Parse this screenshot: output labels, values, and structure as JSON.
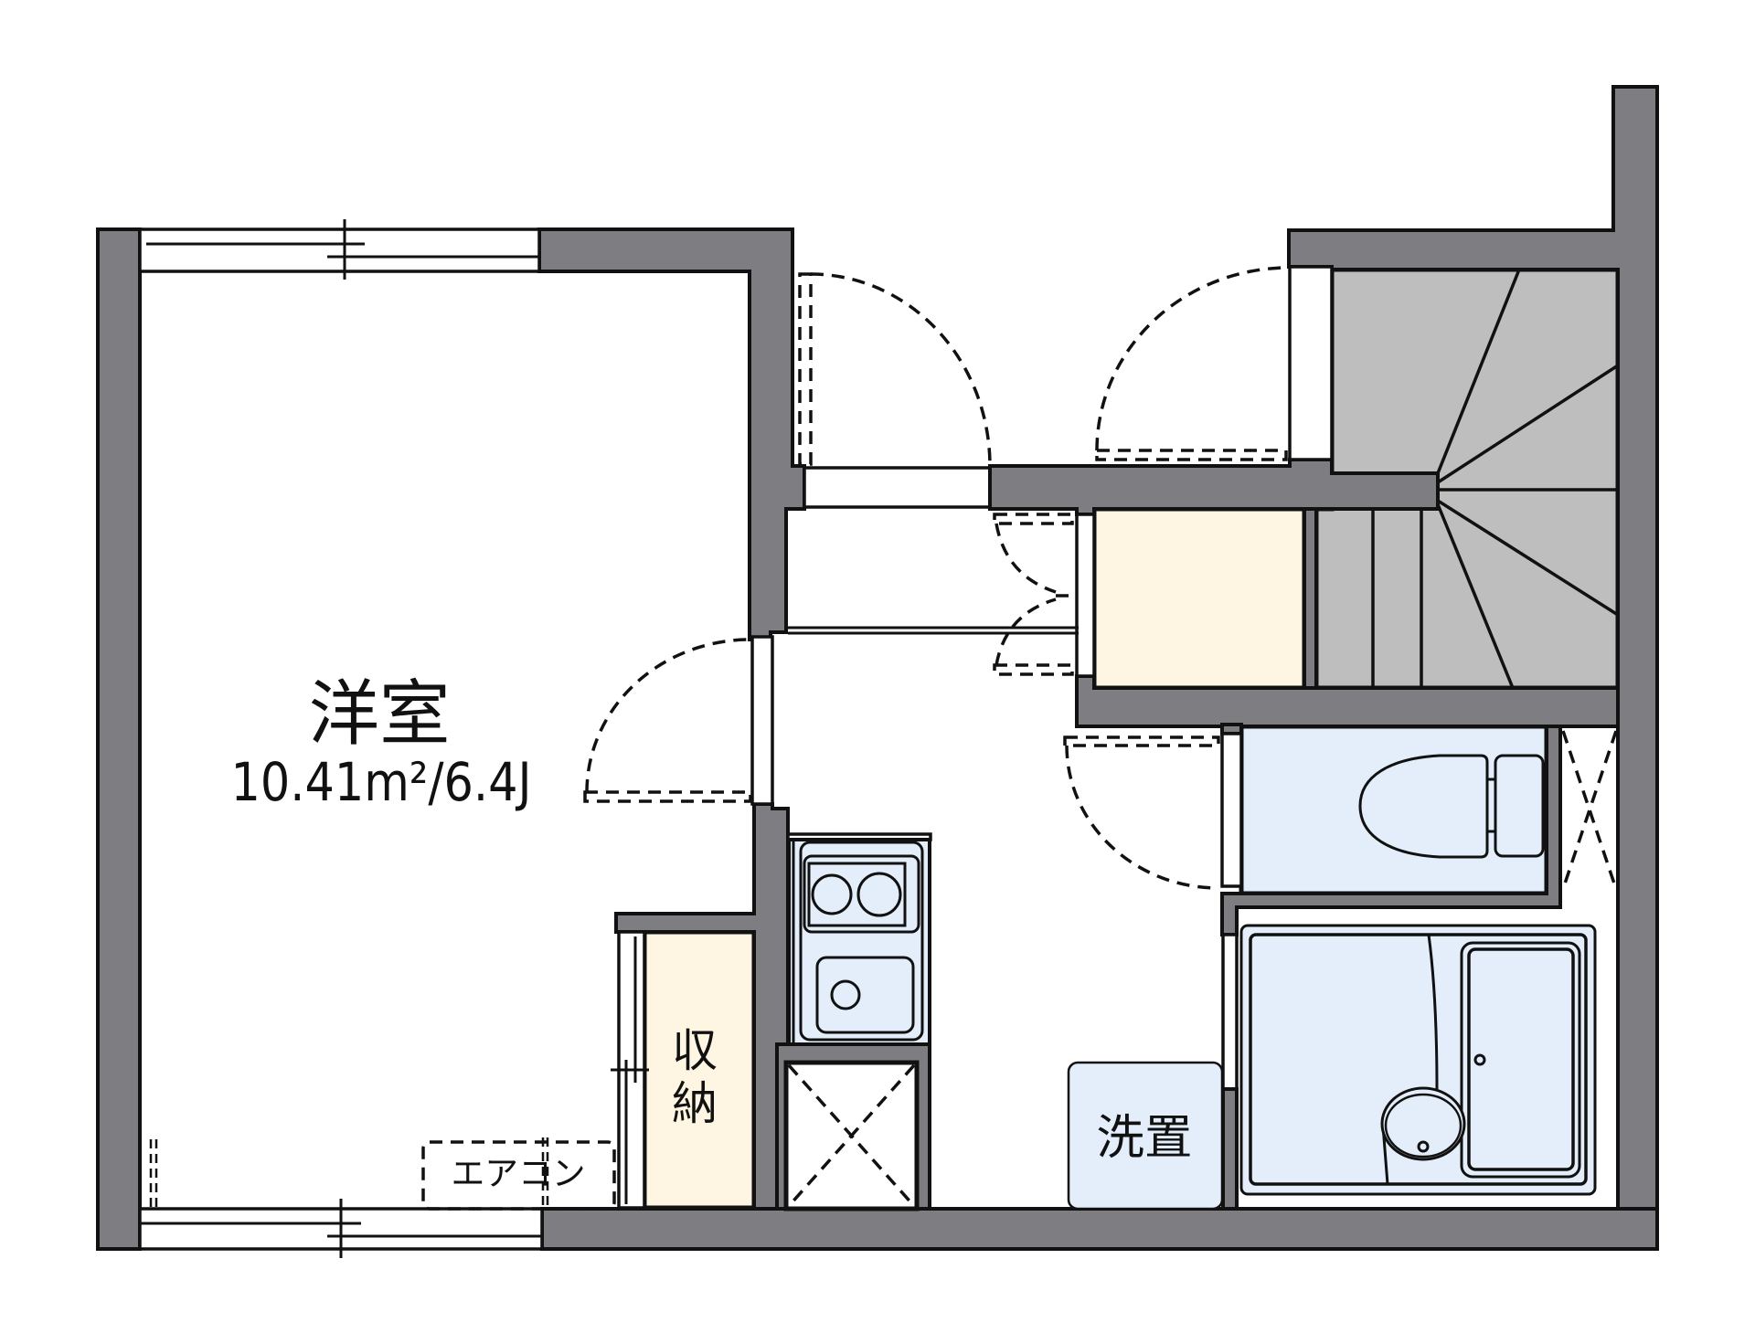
{
  "plan": {
    "western_room": {
      "name": "洋室",
      "area": "10.41m²/6.4J"
    },
    "closet": {
      "label_top": "収",
      "label_bottom": "納"
    },
    "air_conditioner": {
      "label": "エアコン"
    },
    "washer_space": {
      "label": "洗置"
    }
  },
  "colors": {
    "wall": "#7e7e82",
    "outline": "#111111",
    "stairs": "#bebebe",
    "storage": "#fff5e3",
    "wet_area": "#e4eefb",
    "floor": "#ffffff"
  },
  "fixtures": [
    "window-icon",
    "entrance-door-icon",
    "door-icon",
    "bifold-door-icon",
    "sliding-door-icon",
    "kitchen-counter-icon",
    "two-burner-stove-icon",
    "kitchen-sink-icon",
    "refrigerator-space-icon",
    "toilet-icon",
    "unit-bath-icon",
    "bathtub-icon",
    "wash-basin-icon",
    "staircase-icon",
    "pipe-space-icon",
    "air-conditioner-icon"
  ]
}
